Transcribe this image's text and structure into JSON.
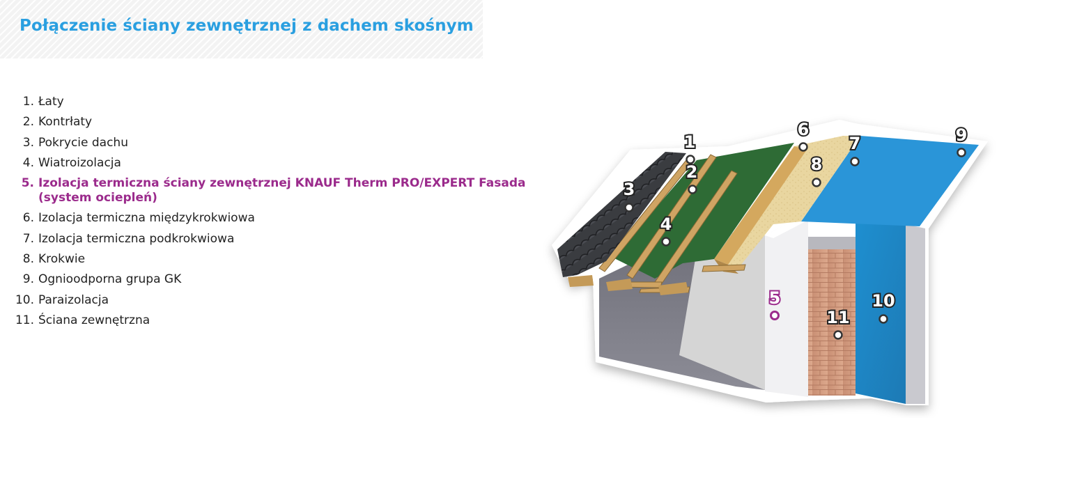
{
  "header": {
    "title": "Połączenie ściany zewnętrznej z dachem skośnym"
  },
  "colors": {
    "title": "#2a9fe0",
    "highlight": "#9b2b8c",
    "text": "#222222"
  },
  "legend": [
    {
      "num": "1.",
      "label": "Łaty"
    },
    {
      "num": "2.",
      "label": "Kontrłaty"
    },
    {
      "num": "3.",
      "label": "Pokrycie dachu"
    },
    {
      "num": "4.",
      "label": "Wiatroizolacja"
    },
    {
      "num": "5.",
      "label": "Izolacja termiczna ściany zewnętrznej KNAUF Therm PRO/EXPERT Fasada (system ociepleń)"
    },
    {
      "num": "6.",
      "label": "Izolacja termiczna międzykrokwiowa"
    },
    {
      "num": "7.",
      "label": "Izolacja termiczna podkrokwiowa"
    },
    {
      "num": "8.",
      "label": "Krokwie"
    },
    {
      "num": "9.",
      "label": "Ognioodporna grupa GK"
    },
    {
      "num": "10.",
      "label": "Paraizolacja"
    },
    {
      "num": "11.",
      "label": "Ściana zewnętrzna"
    }
  ],
  "diagram": {
    "markers": [
      {
        "label": "1"
      },
      {
        "label": "2"
      },
      {
        "label": "3"
      },
      {
        "label": "4"
      },
      {
        "label": "5"
      },
      {
        "label": "6"
      },
      {
        "label": "7"
      },
      {
        "label": "8"
      },
      {
        "label": "9"
      },
      {
        "label": "10"
      },
      {
        "label": "11"
      }
    ]
  }
}
